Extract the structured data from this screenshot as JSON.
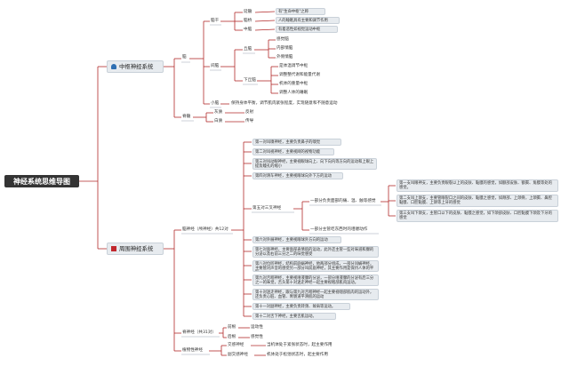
{
  "colors": {
    "line": "#b22a2a",
    "root_bg": "#343434",
    "box_bg": "#e7ebef",
    "central_icon": "#2f6fb3",
    "peripheral_icon": "#c1272d"
  },
  "root": "神经系统思维导图",
  "central": {
    "title": "中枢神经系统",
    "icon": "people-icon",
    "brain": {
      "label": "脑",
      "naogan": {
        "label": "脑干",
        "items": [
          "延髓",
          "脑桥",
          "中脑"
        ],
        "descs": [
          "有\"生命中枢\"之称",
          "人的睡眠具有主要和调节作用",
          "有着恶性如视觉运动中枢"
        ]
      },
      "daxiao": {
        "label": "间脑",
        "qiunao": "丘脑",
        "qiunao_items": [
          "感觉脑",
          "内部情脑",
          "外侧情脑"
        ],
        "xiaqiu": "下丘脑",
        "xiaqiu_items": [
          "是体温调节中枢",
          "调整整代谢和能量代谢",
          "机体的重量中枢",
          "调整人体的睡眠"
        ]
      },
      "xiaonao": {
        "label": "小脑",
        "desc": "保持身体平衡，调节肌肉紧张程度，实现随意和不随意运动"
      }
    },
    "spinal": {
      "label": "脊髓",
      "items": [
        "灰质",
        "白质"
      ],
      "descs": [
        "反射",
        "传导"
      ]
    }
  },
  "peripheral": {
    "title": "周围神经系统",
    "icon": "square-icon",
    "cranial": {
      "label": "脑神经（颅神经）共12对",
      "items": [
        "第一对叫嗅神经，主要负责鼻子的嗅觉",
        "第二对叫视神经，主要视网的视物功能",
        "第三对叫动眼神经，主要视眼球向上、向下向内等方向的运动和上眼上提及瞳孔的缩小",
        "第四对滑车神经，主要视眼球向外下方的运动",
        "第六对外展神经，主要视眼球外方向的运动",
        "第七对面神经，主要面部表情肌的运动，此外还主管一些对味道和腺的分泌以及右前三分之二的味觉感受",
        "第八对位听神经，结构前庭蜗神经，他两部分组成，一部分叫蜗神经，主要管对声音的感觉另一部分叫前庭神经，其主要作用是保持人体的平衡。",
        "第九对舌咽神经，主要视唾液腺的分泌，一部分唾液腺的分泌有后三分之一的味觉，舌头第十对迷走神经一起主要视咽部肌肉运动。",
        "第十对迷走神经，跟与第九对舌咽神经一起主要视咽部肌肉的运动外，还负责心脏、血管、胃肠道平滑肌的运动",
        "第十一对副神经，主要负责转颈、耸肩等运动。",
        "第十二对舌下神经，主要舌肌运动。"
      ],
      "trigeminal": {
        "label": "第五对三叉神经",
        "sense": "一部分负责面部的痛、温、触等感觉",
        "motor": "一部分主管吃东西时的咀嚼动作",
        "branches": [
          "第一支叫眼神支，主要负责眼裂以上的皮肤、黏膜的感觉，如额部皮肤、额窦、角膜等处的感觉。",
          "第二支叫上颌支，主要管眼裂口之间的皮肤、黏膜之感觉，如颊部、上颌骨，上颌窦、鼻腔黏膜、口腔黏膜、上颌等上牙的感觉",
          "第三支叫下颌支，主管口以下的皮肤、黏膜之感觉，如下颌部皮肤、口腔黏膜下颌及下牙的感觉"
        ]
      }
    },
    "spinal_nerve": {
      "label": "脊神经（共31对）",
      "items": [
        "前根",
        "后根"
      ],
      "descs": [
        "运动性",
        "感觉性"
      ]
    },
    "autonomic": {
      "label": "植物性神经",
      "items": [
        "交感神经",
        "副交感神经"
      ],
      "descs": [
        "当机体处于紧张状态时，起主要作用",
        "机体处于松弛状态时，起主要作用"
      ]
    }
  }
}
